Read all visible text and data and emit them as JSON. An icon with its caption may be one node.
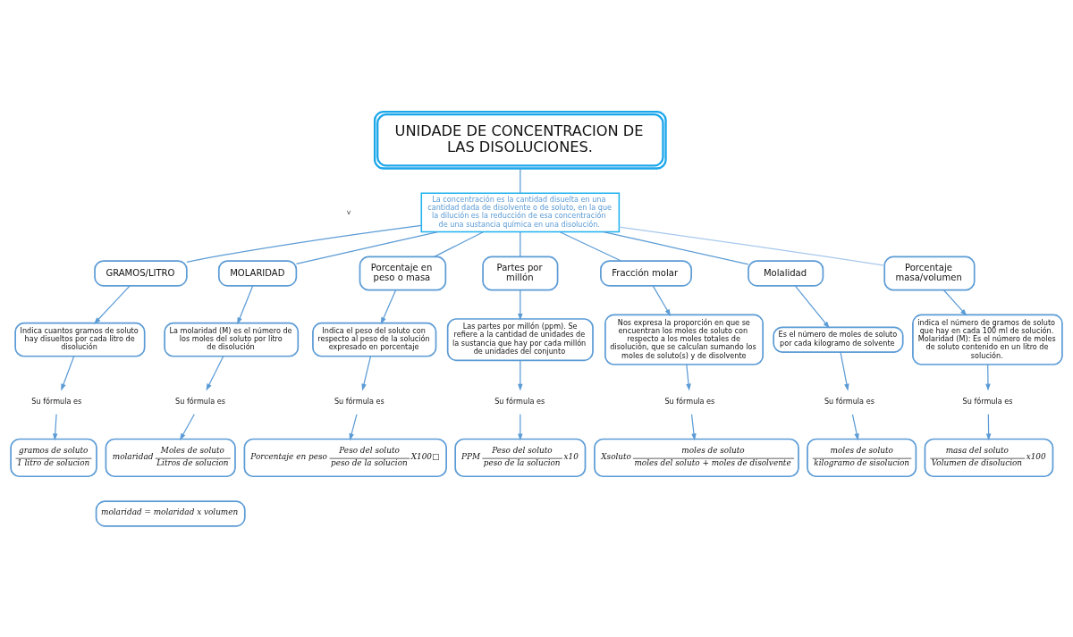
{
  "diagram": {
    "nodes": [
      {
        "text": [
          "UNIDADE DE CONCENTRACION DE LAS DISOLUCIONES."
        ]
      },
      {
        "text": [
          "La concentración es la cantidad disuelta en una cantidad dada de disolvente o de soluto, en la que la dilución es la reducción de esa concentración de una sustancia química en una disolución."
        ]
      },
      {
        "text": [
          "GRAMOS/LITRO"
        ]
      },
      {
        "text": [
          "MOLARIDAD"
        ]
      },
      {
        "text": [
          "Porcentaje en peso o masa"
        ]
      },
      {
        "text": [
          "Partes por millón"
        ]
      },
      {
        "text": [
          "Fracción molar"
        ]
      },
      {
        "text": [
          "Molalidad"
        ]
      },
      {
        "text": [
          "Porcentaje masa/volumen"
        ]
      },
      {
        "text": [
          "Indica cuantos gramos de soluto hay disueltos por cada litro de disolución"
        ]
      },
      {
        "text": [
          "La molaridad (M) es el número de los moles del soluto por litro de disolución"
        ]
      },
      {
        "text": [
          "Indica el peso del soluto con respecto al peso de la solución expresado en porcentaje"
        ]
      },
      {
        "text": [
          "Las partes por millón (ppm). Se refiere a la cantidad de unidades de la sustancia que hay por cada millón de unidades del conjunto"
        ]
      },
      {
        "text": [
          "Nos expresa la proporción en que se encuentran los moles de soluto con respecto a los moles totales de disolución, que se calculan sumando los moles de soluto(s) y de disolvente"
        ]
      },
      {
        "text": [
          "Es el número de moles de soluto por cada kilogramo de solvente"
        ]
      },
      {
        "text": [
          "indica el número de gramos de soluto que hay en cada 100 ml de solución. Molaridad (M): Es el número de moles de soluto contenido en un litro de solución."
        ]
      },
      {
        "text": [
          "Su fórmula es"
        ]
      },
      {
        "text": [
          "Su fórmula es"
        ]
      },
      {
        "text": [
          "Su fórmula es"
        ]
      },
      {
        "text": [
          "Su fórmula es"
        ]
      },
      {
        "text": [
          "Su fórmula es"
        ]
      },
      {
        "text": [
          "Su fórmula es"
        ]
      },
      {
        "text": [
          "Su fórmula es"
        ]
      },
      {
        "text": [
          "gramos de soluto",
          "1 litro de solucion"
        ]
      },
      {
        "text": [
          "molaridad",
          "Moles de soluto",
          "Litros de solucion"
        ]
      },
      {
        "text": [
          "Porcentaje en peso",
          "Peso del soluto",
          "peso de la solucion",
          "X100□"
        ]
      },
      {
        "text": [
          "PPM",
          "Peso del soluto",
          "peso de la solucion",
          "x10"
        ]
      },
      {
        "text": [
          "Xsoluto",
          "moles de soluto",
          "moles del soluto + moles de disolvente"
        ]
      },
      {
        "text": [
          "moles de soluto",
          "kilogramo de sisolucion"
        ]
      },
      {
        "text": [
          "masa del soluto",
          "Volumen de disolucion",
          "x100"
        ]
      },
      {
        "text": [
          "molaridad = molaridad x volumen"
        ]
      }
    ],
    "edges": [
      {
        "from": 0,
        "to": 1,
        "arrow": "none"
      },
      {
        "from": 1,
        "to": 2,
        "arrow": "none"
      },
      {
        "from": 1,
        "to": 3,
        "arrow": "none"
      },
      {
        "from": 1,
        "to": 4,
        "arrow": "none"
      },
      {
        "from": 1,
        "to": 5,
        "arrow": "none"
      },
      {
        "from": 1,
        "to": 6,
        "arrow": "none"
      },
      {
        "from": 1,
        "to": 7,
        "arrow": "none"
      },
      {
        "from": 1,
        "to": 8,
        "arrow": "none",
        "color": "#a8c8ec"
      },
      {
        "from": 2,
        "to": 9,
        "arrow": "to"
      },
      {
        "from": 3,
        "to": 10,
        "arrow": "to"
      },
      {
        "from": 4,
        "to": 11,
        "arrow": "to"
      },
      {
        "from": 5,
        "to": 12,
        "arrow": "to"
      },
      {
        "from": 6,
        "to": 13,
        "arrow": "to"
      },
      {
        "from": 7,
        "to": 14,
        "arrow": "to"
      },
      {
        "from": 8,
        "to": 15,
        "arrow": "to"
      },
      {
        "from": 9,
        "to": 16,
        "arrow": "to"
      },
      {
        "from": 10,
        "to": 17,
        "arrow": "to"
      },
      {
        "from": 11,
        "to": 18,
        "arrow": "to"
      },
      {
        "from": 12,
        "to": 19,
        "arrow": "to"
      },
      {
        "from": 13,
        "to": 20,
        "arrow": "to"
      },
      {
        "from": 14,
        "to": 21,
        "arrow": "to"
      },
      {
        "from": 15,
        "to": 22,
        "arrow": "to"
      },
      {
        "from": 16,
        "to": 23,
        "arrow": "to"
      },
      {
        "from": 17,
        "to": 24,
        "arrow": "to"
      },
      {
        "from": 18,
        "to": 25,
        "arrow": "to"
      },
      {
        "from": 19,
        "to": 26,
        "arrow": "to"
      },
      {
        "from": 20,
        "to": 27,
        "arrow": "to"
      },
      {
        "from": 21,
        "to": 28,
        "arrow": "to"
      },
      {
        "from": 22,
        "to": 29,
        "arrow": "to"
      }
    ],
    "labels": [
      "v"
    ]
  }
}
